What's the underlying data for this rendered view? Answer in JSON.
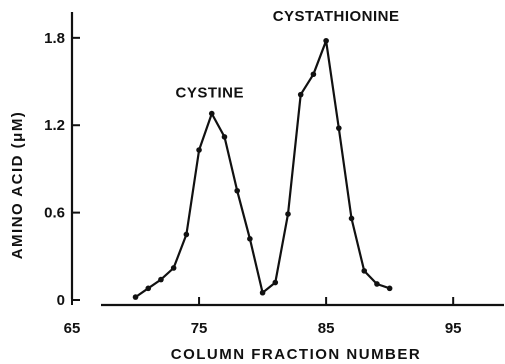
{
  "chart_data": {
    "type": "line",
    "title": "",
    "xlabel": "COLUMN FRACTION NUMBER",
    "ylabel": "AMINO ACID (μM)",
    "xlim": [
      65,
      99
    ],
    "ylim": [
      0,
      1.95
    ],
    "x_ticks": [
      65,
      75,
      85,
      95
    ],
    "x_tick_labels": [
      "65",
      "75",
      "85",
      "95"
    ],
    "y_ticks": [
      0,
      0.6,
      1.2,
      1.8
    ],
    "y_tick_labels": [
      "0",
      "0.6",
      "1.2",
      "1.8"
    ],
    "grid": false,
    "legend": "none",
    "series": [
      {
        "x": [
          70,
          71,
          72,
          73,
          74,
          75,
          76,
          77,
          78,
          79,
          80,
          81,
          82,
          83,
          84,
          85,
          86,
          87,
          88,
          89,
          90
        ],
        "values": [
          0.02,
          0.08,
          0.14,
          0.22,
          0.45,
          1.03,
          1.28,
          1.12,
          0.75,
          0.42,
          0.05,
          0.12,
          0.59,
          1.41,
          1.55,
          1.78,
          1.18,
          0.56,
          0.2,
          0.11,
          0.08
        ]
      }
    ],
    "annotations": [
      {
        "text": "CYSTINE",
        "x": 76,
        "y": 1.28
      },
      {
        "text": "CYSTATHIONINE",
        "x": 85,
        "y": 1.78
      }
    ]
  }
}
